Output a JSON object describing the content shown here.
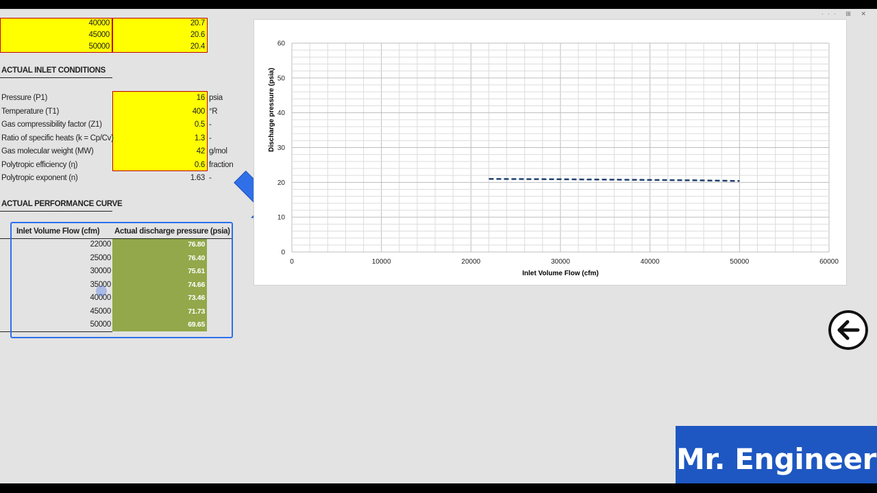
{
  "window": {
    "controls": "···  ⊞  ✕"
  },
  "top_table": {
    "rows": [
      {
        "flow": "40000",
        "pressure": "20.7"
      },
      {
        "flow": "45000",
        "pressure": "20.6"
      },
      {
        "flow": "50000",
        "pressure": "20.4"
      }
    ]
  },
  "inlet": {
    "title": "ACTUAL INLET CONDITIONS",
    "rows": [
      {
        "label": "Pressure (P1)",
        "value": "16",
        "unit": "psia"
      },
      {
        "label": "Temperature (T1)",
        "value": "400",
        "unit": "°R"
      },
      {
        "label": "Gas compressibility factor (Z1)",
        "value": "0.5",
        "unit": "-"
      },
      {
        "label": "Ratio of specific heats (k = Cp/Cv)",
        "value": "1.3",
        "unit": "-"
      },
      {
        "label": "Gas molecular weight (MW)",
        "value": "42",
        "unit": "g/mol"
      },
      {
        "label": "Polytropic efficiency (η)",
        "value": "0.6",
        "unit": "fraction"
      },
      {
        "label": "Polytropic exponent (n)",
        "value": "1.63",
        "unit": "-"
      }
    ]
  },
  "perf": {
    "title": "ACTUAL PERFORMANCE CURVE",
    "col1": "Inlet Volume Flow (cfm)",
    "col2": "Actual discharge pressure (psia)",
    "rows": [
      {
        "flow": "22000",
        "pressure": "76.80"
      },
      {
        "flow": "25000",
        "pressure": "76.40"
      },
      {
        "flow": "30000",
        "pressure": "75.61"
      },
      {
        "flow": "35000",
        "pressure": "74.66"
      },
      {
        "flow": "40000",
        "pressure": "73.46"
      },
      {
        "flow": "45000",
        "pressure": "71.73"
      },
      {
        "flow": "50000",
        "pressure": "69.65"
      }
    ]
  },
  "chart_data": {
    "type": "line",
    "xlabel": "Inlet Volume Flow (cfm)",
    "ylabel": "Discharge pressure (psia)",
    "xlim": [
      0,
      60000
    ],
    "ylim": [
      0,
      60
    ],
    "xticks": [
      0,
      10000,
      20000,
      30000,
      40000,
      50000,
      60000
    ],
    "yticks": [
      0,
      10,
      20,
      30,
      40,
      50,
      60
    ],
    "grid": true,
    "series": [
      {
        "style": "dashed",
        "color": "#1f3f6e",
        "x": [
          22000,
          25000,
          30000,
          35000,
          40000,
          45000,
          50000
        ],
        "y": [
          21.0,
          20.95,
          20.9,
          20.8,
          20.7,
          20.6,
          20.4
        ]
      }
    ]
  },
  "colors": {
    "input_fill": "#ffff00",
    "output_fill": "#92a84a",
    "highlight": "#2b6ff0",
    "brand": "#1e57c2",
    "arrow": "#2f6fe8"
  },
  "brand": {
    "name": "Mr. Engineer"
  },
  "icons": {
    "back": "back-arrow-icon",
    "pointer": "arrow-pointer-icon"
  }
}
